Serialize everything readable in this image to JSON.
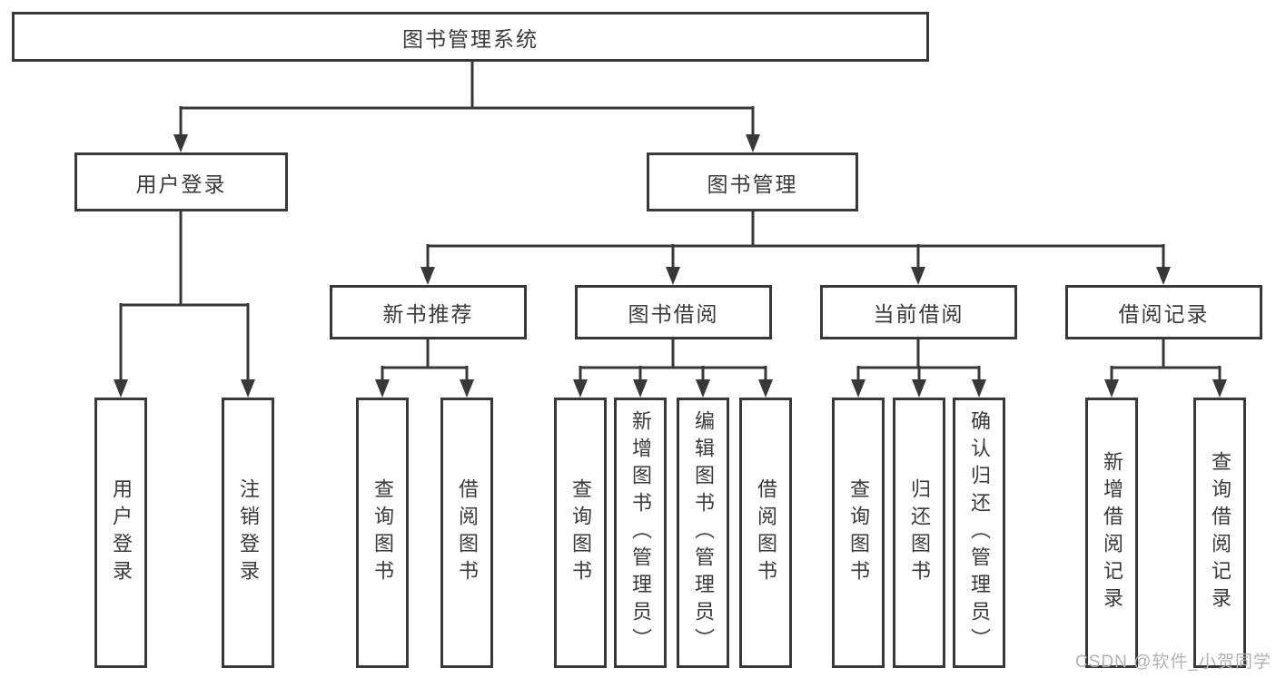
{
  "nodes": {
    "root": "图书管理系统",
    "user_login": "用户登录",
    "book_mgmt": "图书管理",
    "leaf_user_login": "用户登录",
    "leaf_logout": "注销登录",
    "new_book": "新书推荐",
    "book_borrow": "图书借阅",
    "current_borrow": "当前借阅",
    "borrow_record": "借阅记录",
    "nb_query": "查询图书",
    "nb_borrow": "借阅图书",
    "bb_query": "查询图书",
    "bb_add": "新增图书（管理员）",
    "bb_edit": "编辑图书（管理员）",
    "bb_borrow": "借阅图书",
    "cb_query": "查询图书",
    "cb_return": "归还图书",
    "cb_confirm": "确认归还（管理员）",
    "br_add": "新增借阅记录",
    "br_query": "查询借阅记录"
  },
  "watermark": "CSDN @软件_小贺同学",
  "colors": {
    "line": "#383838",
    "text": "#3a3a3a",
    "background": "#ffffff",
    "watermark": "#b2b2b2"
  }
}
